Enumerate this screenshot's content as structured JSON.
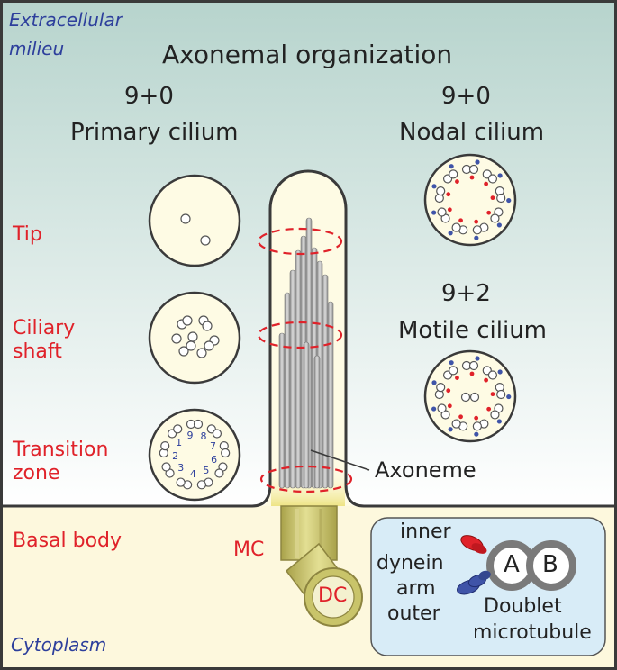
{
  "regions": {
    "extracellular": "Extracellular milieu",
    "extracellular_line1": "Extracellular",
    "extracellular_line2": "milieu",
    "cytoplasm": "Cytoplasm"
  },
  "title": "Axonemal organization",
  "primary": {
    "formula": "9+0",
    "name": "Primary cilium"
  },
  "nodal": {
    "formula": "9+0",
    "name": "Nodal cilium"
  },
  "motile": {
    "formula": "9+2",
    "name": "Motile cilium"
  },
  "levels": {
    "tip": "Tip",
    "shaft_line1": "Ciliary",
    "shaft_line2": "shaft",
    "transition_line1": "Transition",
    "transition_line2": "zone",
    "basal_body": "Basal body"
  },
  "structures": {
    "axoneme": "Axoneme",
    "mc": "MC",
    "dc": "DC"
  },
  "transition_numbers": [
    "1",
    "2",
    "3",
    "4",
    "5",
    "6",
    "7",
    "8",
    "9"
  ],
  "inset": {
    "inner": "inner",
    "dynein": "dynein",
    "arm": "arm",
    "outer": "outer",
    "tubule_a": "A",
    "tubule_b": "B",
    "doublet_line1": "Doublet",
    "doublet_line2": "microtubule"
  },
  "colors": {
    "outline": "#3a3a3a",
    "accent_red": "#e0222a",
    "label_blue": "#2d3f9c",
    "cilium_fill": "#fefbe4",
    "extracellular_top": "#b7d4cd",
    "cytoplasm": "#fdf8dd",
    "basal_gold": "#c9c46a",
    "inset_fill": "#d8ecf7",
    "dynein_inner": "#e0222a",
    "dynein_outer": "#3f54a8"
  }
}
